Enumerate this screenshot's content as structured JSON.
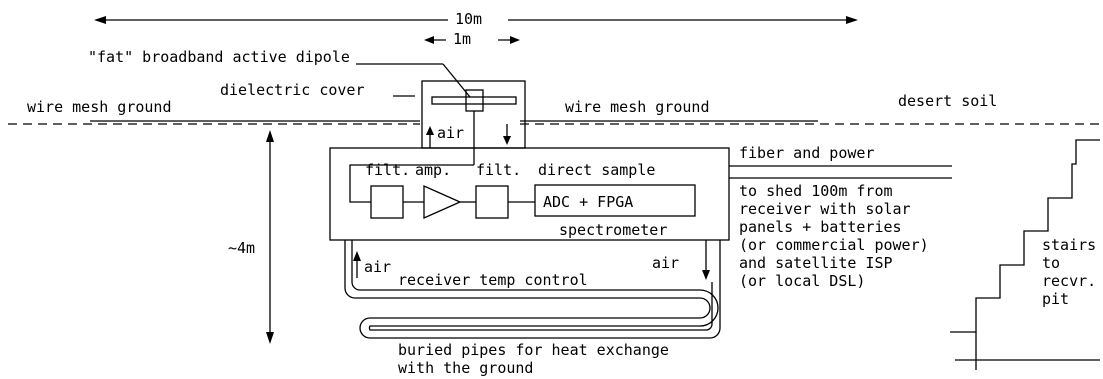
{
  "labels": {
    "dim_10m": "10m",
    "dim_1m": "1m",
    "dipole": "\"fat\" broadband active dipole",
    "dielectric_cover": "dielectric cover",
    "wire_mesh_left": "wire mesh ground",
    "wire_mesh_right": "wire mesh ground",
    "desert_soil": "desert soil",
    "air_top": "air",
    "filt1": "filt.",
    "amp": "amp.",
    "filt2": "filt.",
    "direct_sample": "direct sample",
    "adc_fpga": "ADC + FPGA",
    "spectrometer": "spectrometer",
    "depth": "~4m",
    "air_left": "air",
    "air_right": "air",
    "temp_control": "receiver temp control",
    "pipes_line1": "buried pipes for heat exchange",
    "pipes_line2": "with the ground",
    "fiber_power": "fiber and power",
    "shed_lines": [
      "to shed 100m from",
      "receiver with solar",
      "panels + batteries",
      "(or commercial power)",
      "and satellite ISP",
      "(or local DSL)"
    ],
    "stairs_lines": [
      "stairs",
      "to",
      "recvr.",
      "pit"
    ]
  }
}
